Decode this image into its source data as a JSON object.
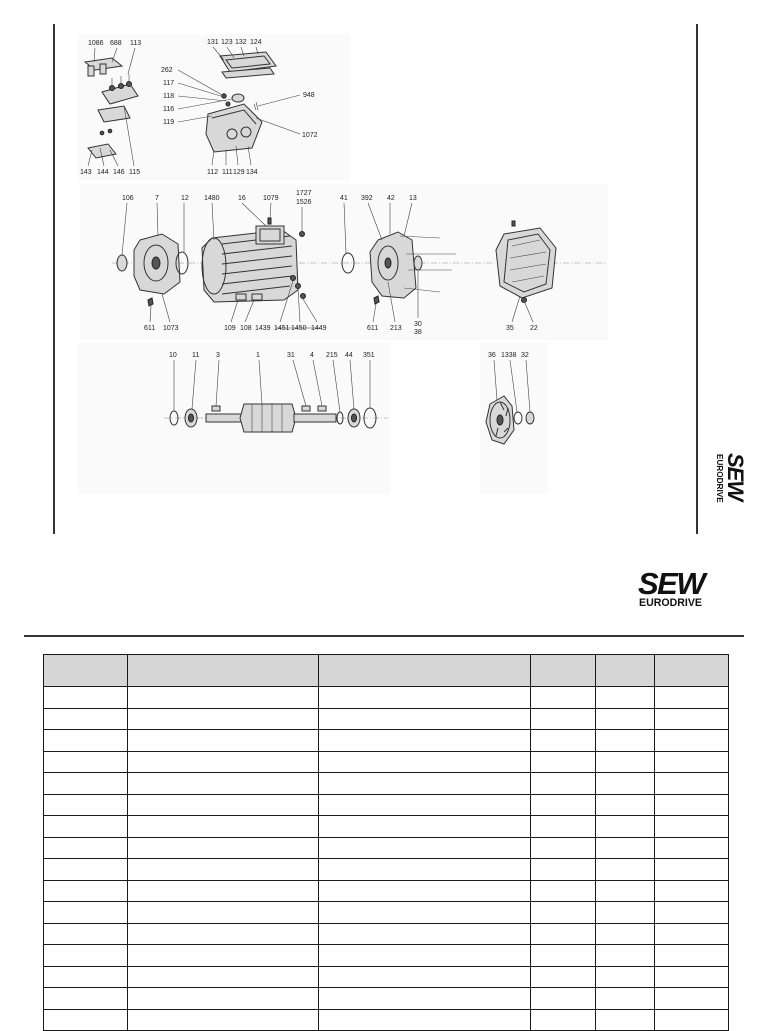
{
  "brand": {
    "wordmark": "SEW",
    "sub_wordmark": "EURODRIVE"
  },
  "figure": {
    "callouts": {
      "terminal_box": [
        "1086",
        "688",
        "113",
        "143",
        "144",
        "146",
        "115",
        "131",
        "123",
        "132",
        "124",
        "262",
        "117",
        "118",
        "116",
        "119",
        "948",
        "1072",
        "112",
        "111",
        "129",
        "134"
      ],
      "stator": [
        "106",
        "7",
        "12",
        "1480",
        "16",
        "1079",
        "1727",
        "1526",
        "611",
        "1073",
        "109",
        "108",
        "1439",
        "1451",
        "1450",
        "1449"
      ],
      "endshield": [
        "41",
        "392",
        "42",
        "13",
        "611",
        "213",
        "30",
        "38"
      ],
      "fan_guard": [
        "35",
        "22"
      ],
      "rotor": [
        "10",
        "11",
        "3",
        "1",
        "31",
        "4",
        "215",
        "44",
        "351"
      ],
      "fan": [
        "36",
        "1338",
        "32"
      ]
    }
  },
  "table": {
    "columns": 6,
    "body_rows": 16
  }
}
